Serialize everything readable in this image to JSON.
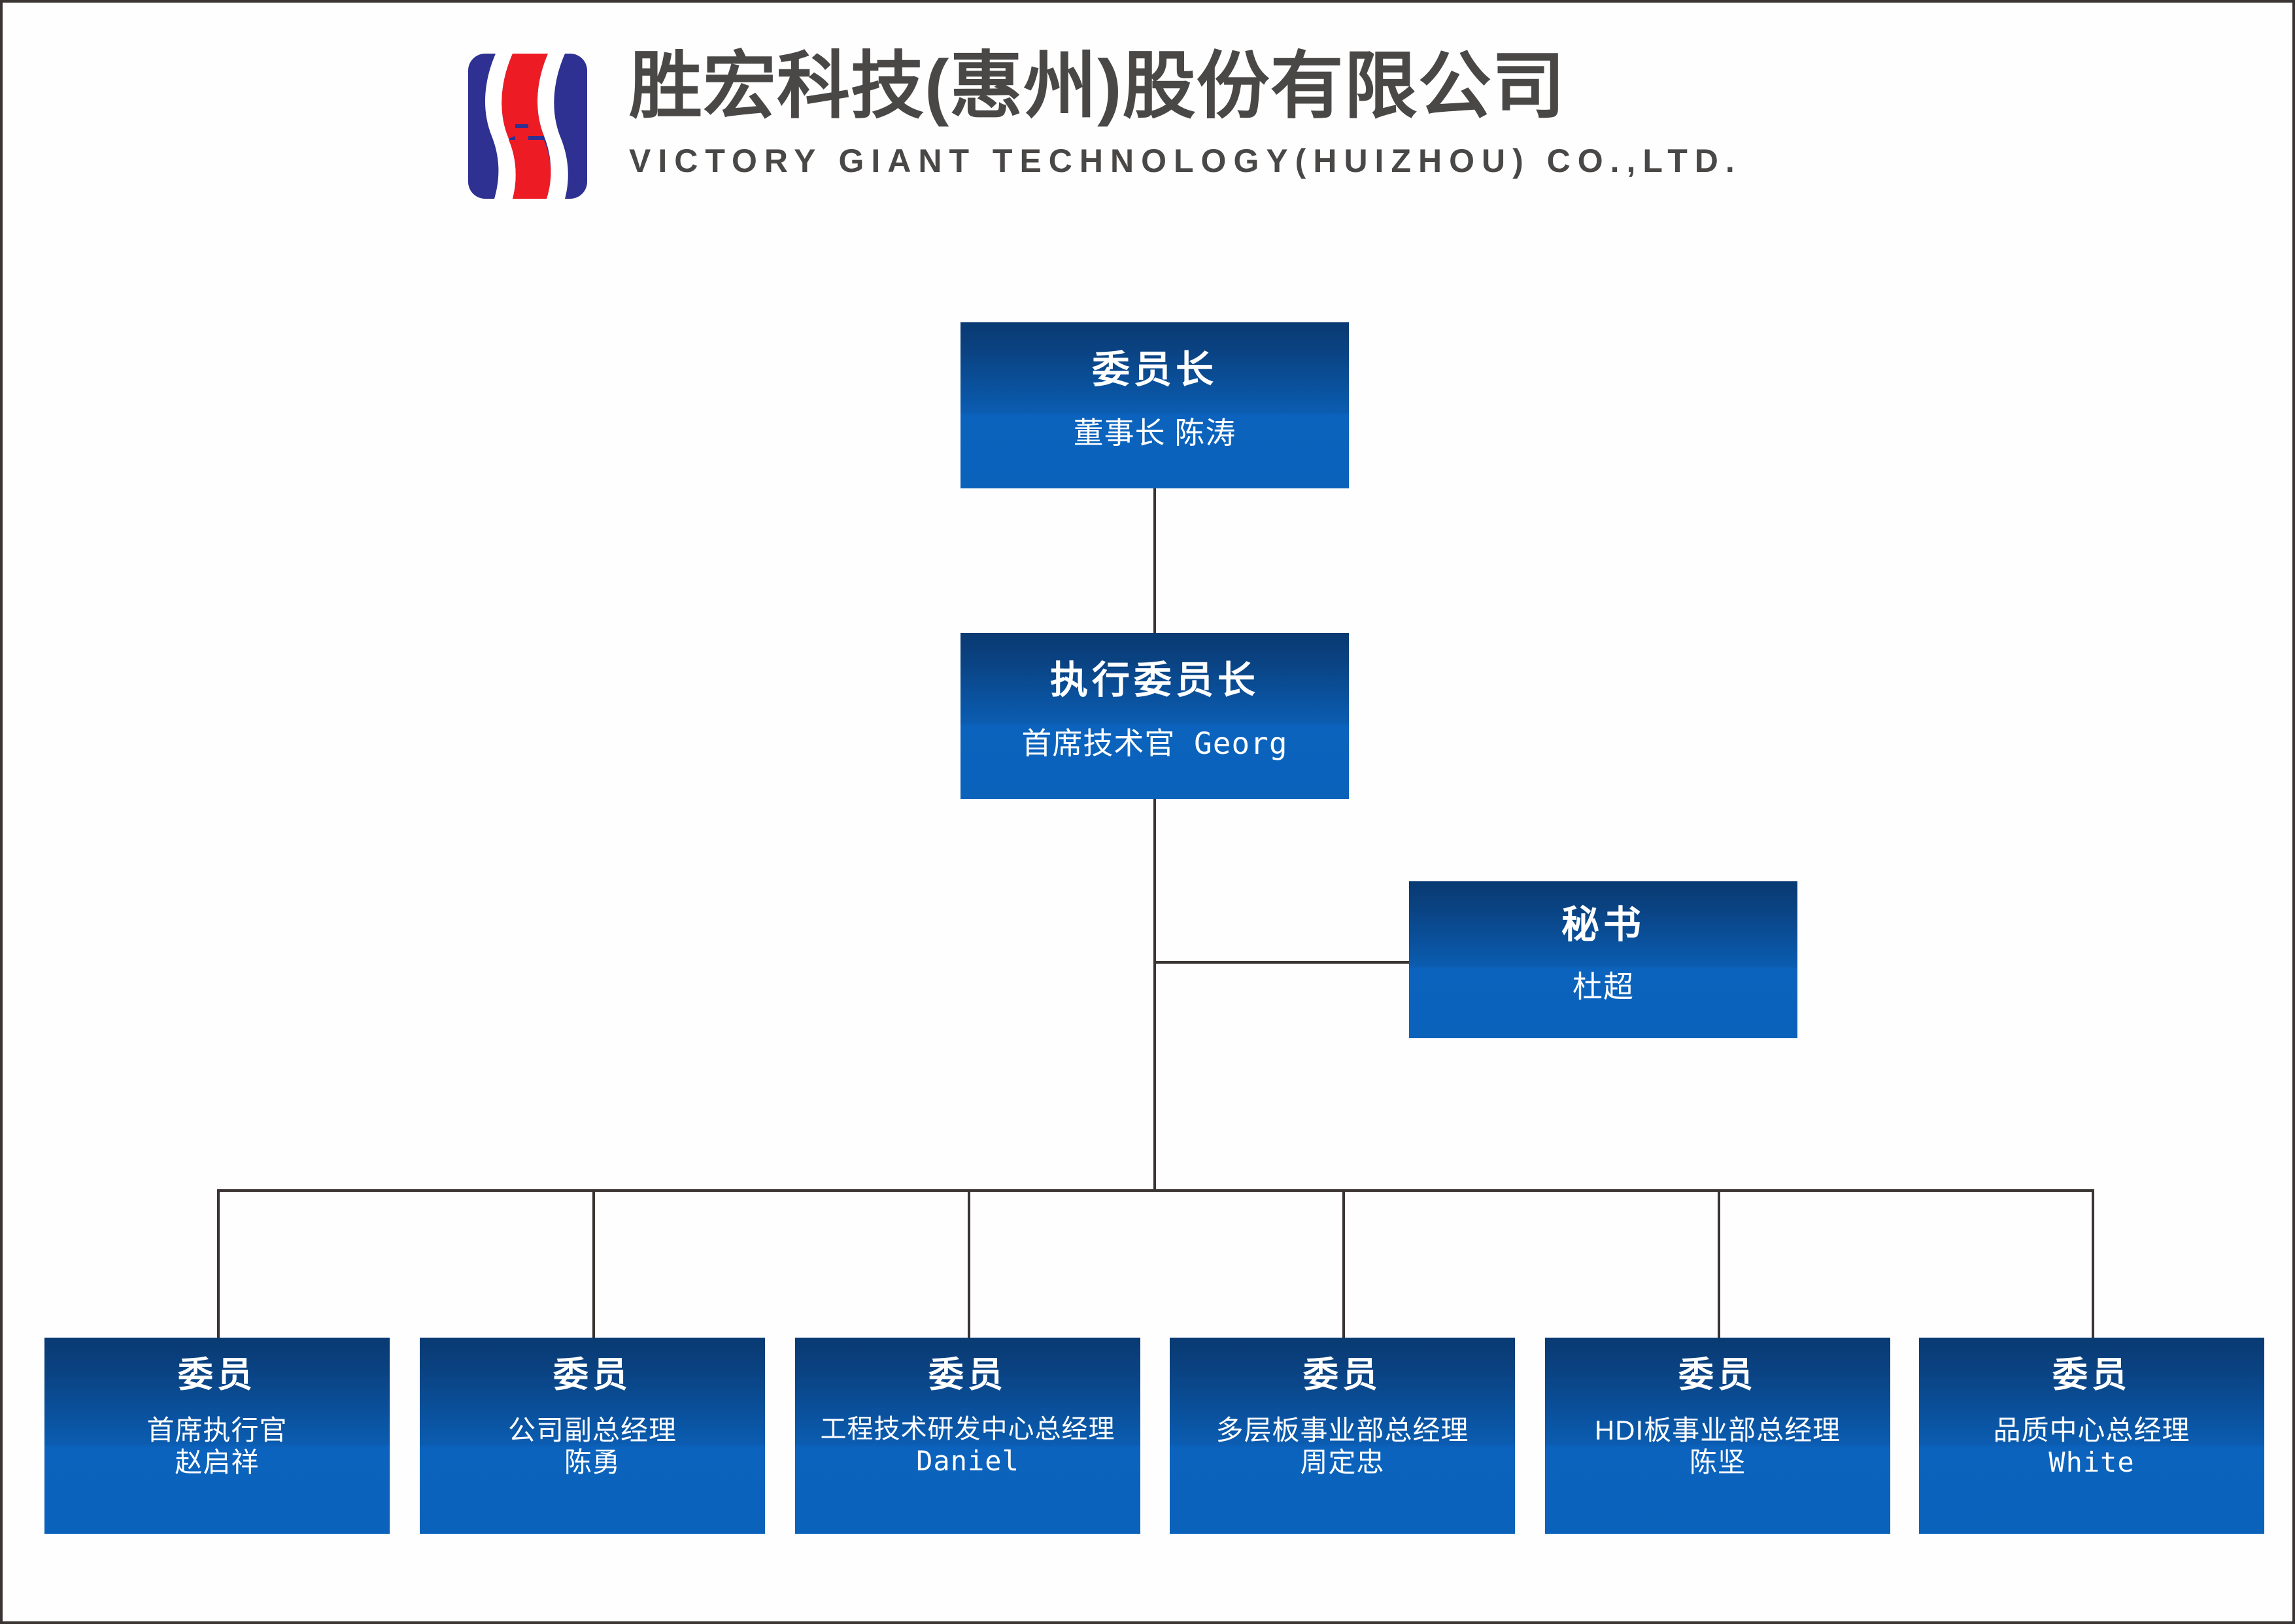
{
  "header": {
    "logo_icon": "victory-giant-logo",
    "title_cn": "胜宏科技(惠州)股份有限公司",
    "title_en": "VICTORY GIANT TECHNOLOGY(HUIZHOU) CO.,LTD."
  },
  "colors": {
    "box_gradient_top": "#093a72",
    "box_gradient_bottom": "#0a62bb",
    "connector": "#3a3433",
    "title_text": "#4a4847",
    "logo_blue": "#2e3192",
    "logo_red": "#ed1c24",
    "box_text": "#ffffff",
    "page_background": "#ffffff"
  },
  "chart": {
    "type": "org-chart",
    "nodes": {
      "chairman": {
        "role": "委员长",
        "subtitle": "董事长 陈涛",
        "title_text": "董事长",
        "person": "陈涛"
      },
      "executive": {
        "role": "执行委员长",
        "subtitle": "首席技术官 Georg",
        "title_text": "首席技术官",
        "person": "Georg"
      },
      "secretary": {
        "role": "秘书",
        "subtitle": "杜超",
        "person": "杜超"
      }
    },
    "members": [
      {
        "role": "委员",
        "position": "首席执行官",
        "person": "赵启祥",
        "person_is_latin": false
      },
      {
        "role": "委员",
        "position": "公司副总经理",
        "person": "陈勇",
        "person_is_latin": false
      },
      {
        "role": "委员",
        "position": "工程技术研发中心总经理",
        "person": "Daniel",
        "person_is_latin": true
      },
      {
        "role": "委员",
        "position": "多层板事业部总经理",
        "person": "周定忠",
        "person_is_latin": false
      },
      {
        "role": "委员",
        "position": "HDI板事业部总经理",
        "person": "陈坚",
        "person_is_latin": false
      },
      {
        "role": "委员",
        "position": "品质中心总经理",
        "person": "White",
        "person_is_latin": true
      }
    ]
  }
}
